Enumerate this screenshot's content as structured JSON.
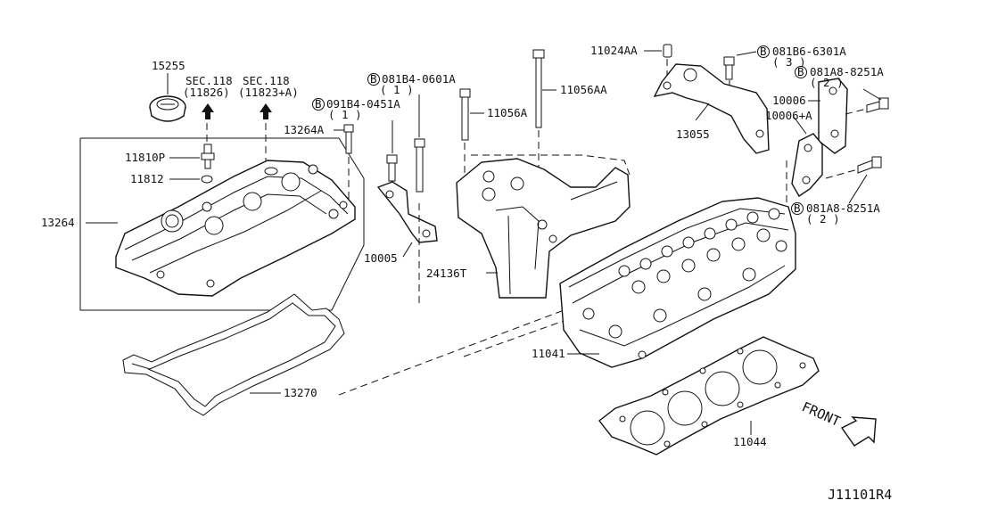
{
  "footer_code": "J11101R4",
  "front_label": "FRONT",
  "callouts": {
    "p15255": "15255",
    "sec_a_line1": "SEC.118",
    "sec_a_line2": "(11826)",
    "sec_b_line1": "SEC.118",
    "sec_b_line2": "(11823+A)",
    "p11810p": "11810P",
    "p11812": "11812",
    "p13264": "13264",
    "p13264a": "13264A",
    "p13270": "13270",
    "b091b4_0451a": "091B4-0451A",
    "b091b4_0451a_qty": "( 1 )",
    "b081b4_0601a": "081B4-0601A",
    "b081b4_0601a_qty": "( 1 )",
    "p11056a": "11056A",
    "p11056aa": "11056AA",
    "p10005": "10005",
    "p24136t": "24136T",
    "p11024aa": "11024AA",
    "b081b6_6301a": "081B6-6301A",
    "b081b6_6301a_qty": "( 3 )",
    "b081a8_8251a_top": "081A8-8251A",
    "b081a8_8251a_top_qty": "( 2 )",
    "p10006": "10006",
    "p10006a": "10006+A",
    "p13055": "13055",
    "b081a8_8251a_bot": "081A8-8251A",
    "b081a8_8251a_bot_qty": "( 2 )",
    "p11041": "11041",
    "p11044": "11044",
    "bolt_marker": "B"
  }
}
